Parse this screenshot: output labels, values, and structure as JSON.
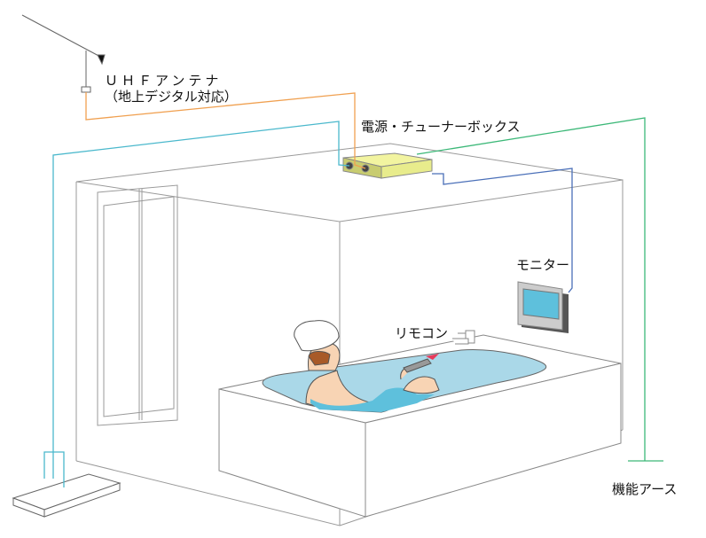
{
  "labels": {
    "antenna_line1": "ＵＨＦアンテナ",
    "antenna_line2": "（地上デジタル対応）",
    "tuner_box": "電源・チューナーボックス",
    "monitor": "モニター",
    "remote": "リモコン",
    "ground": "機能アース"
  },
  "colors": {
    "antenna_cable": "#f0a050",
    "recorder_cable": "#4ab8cc",
    "monitor_cable": "#4a6fb8",
    "ground_cable": "#3cb878",
    "room_lines": "#9a9a9a",
    "tuner_box_fill": "#e8ec8c",
    "water": "#aad8e8",
    "monitor_screen": "#5ec0dc",
    "skin": "#f8d4b4",
    "hair": "#a85a28",
    "remote_signal": "#e83a5a"
  }
}
